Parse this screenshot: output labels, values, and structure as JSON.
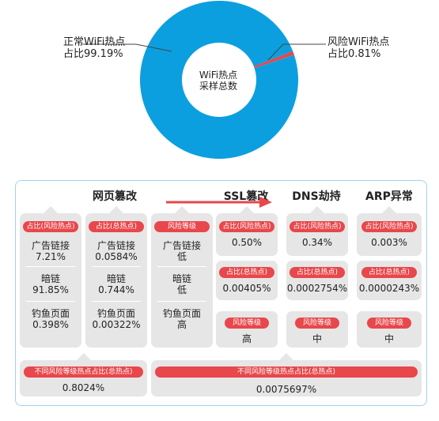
{
  "chart_data": {
    "type": "pie",
    "donut": true,
    "center_label": [
      "WiFi热点",
      "采样总数"
    ],
    "slices": [
      {
        "label": [
          "正常WiFi热点",
          "占比99.19%"
        ],
        "value": 99.19,
        "color": "#0c9fe0"
      },
      {
        "label": [
          "风险WiFi热点",
          "占比0.81%"
        ],
        "value": 0.81,
        "color": "#e8474b"
      }
    ]
  },
  "colors": {
    "accent_blue": "#0c9fe0",
    "risk_red": "#e8474b",
    "card_gray": "#e6e6e6",
    "frame_border": "#9fd3ee"
  },
  "arrow": {
    "icon": "right-arrow-icon",
    "color": "#e8474b"
  },
  "web_tamper": {
    "title": "网页篡改",
    "columns": [
      {
        "pill": "占比(风险热点)",
        "rows": [
          [
            "广告链接",
            "7.21%"
          ],
          [
            "暗链",
            "91.85%"
          ],
          [
            "钓鱼页面",
            "0.398%"
          ]
        ]
      },
      {
        "pill": "占比(总热点)",
        "rows": [
          [
            "广告链接",
            "0.0584%"
          ],
          [
            "暗链",
            "0.744%"
          ],
          [
            "钓鱼页面",
            "0.00322%"
          ]
        ]
      },
      {
        "pill": "风险等级",
        "rows": [
          [
            "广告链接",
            "低"
          ],
          [
            "暗链",
            "低"
          ],
          [
            "钓鱼页面",
            "高"
          ]
        ]
      }
    ],
    "footer": {
      "pill": "不同风险等级热点占比(总热点)",
      "value": "0.8024%"
    }
  },
  "attacks": [
    {
      "title": "SSL篡改",
      "risk_share_pill": "占比(风险热点)",
      "risk_share": "0.50%",
      "total_share_pill": "占比(总热点)",
      "total_share": "0.00405%",
      "level_pill": "风险等级",
      "level": "高"
    },
    {
      "title": "DNS劫持",
      "risk_share_pill": "占比(风险热点)",
      "risk_share": "0.34%",
      "total_share_pill": "占比(总热点)",
      "total_share": "0.0002754%",
      "level_pill": "风险等级",
      "level": "中"
    },
    {
      "title": "ARP异常",
      "risk_share_pill": "占比(风险热点)",
      "risk_share": "0.003%",
      "total_share_pill": "占比(总热点)",
      "total_share": "0.0000243%",
      "level_pill": "风险等级",
      "level": "中"
    }
  ],
  "attacks_footer": {
    "pill": "不同风险等级热点占比(总热点)",
    "value": "0.0075697%"
  }
}
